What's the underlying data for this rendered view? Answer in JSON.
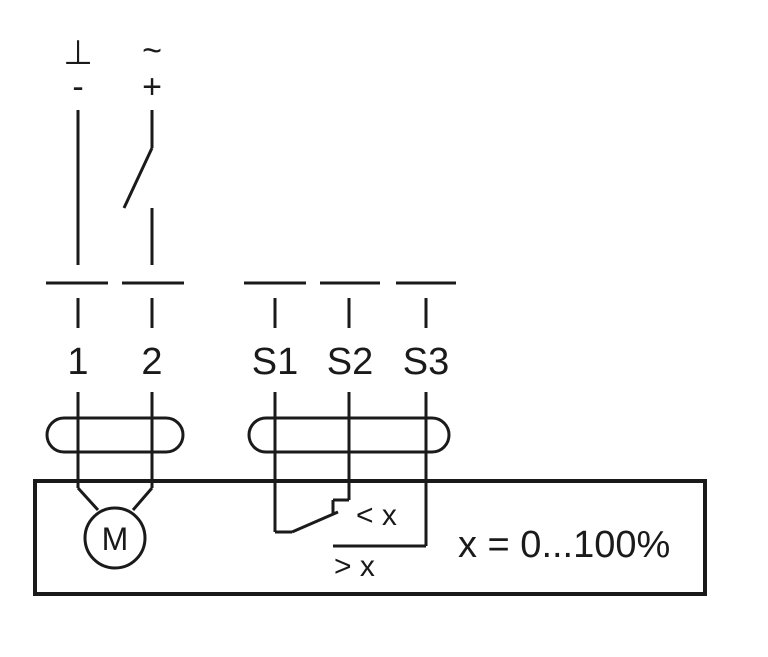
{
  "supply": {
    "ground_symbol": "⊥",
    "ac_symbol": "~",
    "minus": "-",
    "plus": "+"
  },
  "terminals": [
    "1",
    "2",
    "S1",
    "S2",
    "S3"
  ],
  "motor": {
    "label": "M"
  },
  "switch": {
    "less_label": "< x",
    "greater_label": "> x"
  },
  "range_label": "x = 0...100%",
  "colors": {
    "line": "#1a1a1a",
    "background": "#ffffff"
  }
}
